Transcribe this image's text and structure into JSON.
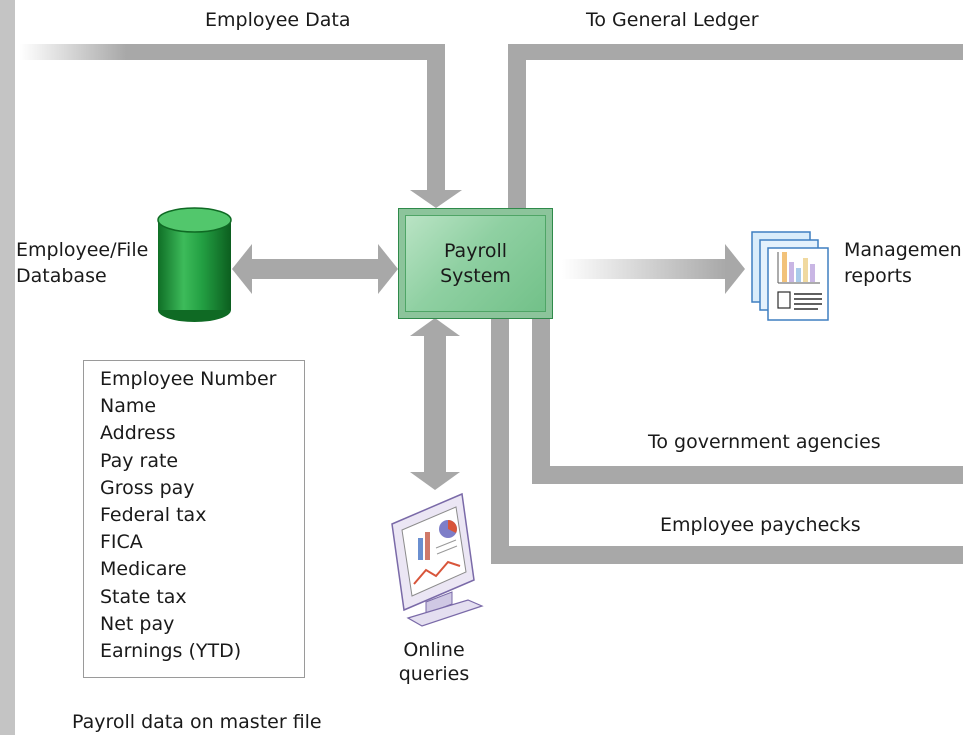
{
  "labels": {
    "employee_data": "Employee Data",
    "to_general_ledger": "To General Ledger",
    "employee_file_database": [
      "Employee/File",
      "Database"
    ],
    "payroll_system": [
      "Payroll",
      "System"
    ],
    "management_reports": [
      "Managemen",
      "reports"
    ],
    "to_government_agencies": "To government agencies",
    "employee_paychecks": "Employee paychecks",
    "online_queries": [
      "Online",
      "queries"
    ],
    "payroll_data_caption": "Payroll data on master file"
  },
  "master_file_fields": [
    "Employee Number",
    "Name",
    "Address",
    "Pay rate",
    "Gross pay",
    "Federal tax",
    "FICA",
    "Medicare",
    "State tax",
    "Net pay",
    "Earnings (YTD)"
  ],
  "colors": {
    "arrow": "#a8a8a8",
    "database_green": "#1f9a3c",
    "system_green": "#8fd0a2",
    "background": "#ffffff"
  },
  "icons": [
    "database-icon",
    "management-reports-icon",
    "online-queries-monitor-icon"
  ]
}
